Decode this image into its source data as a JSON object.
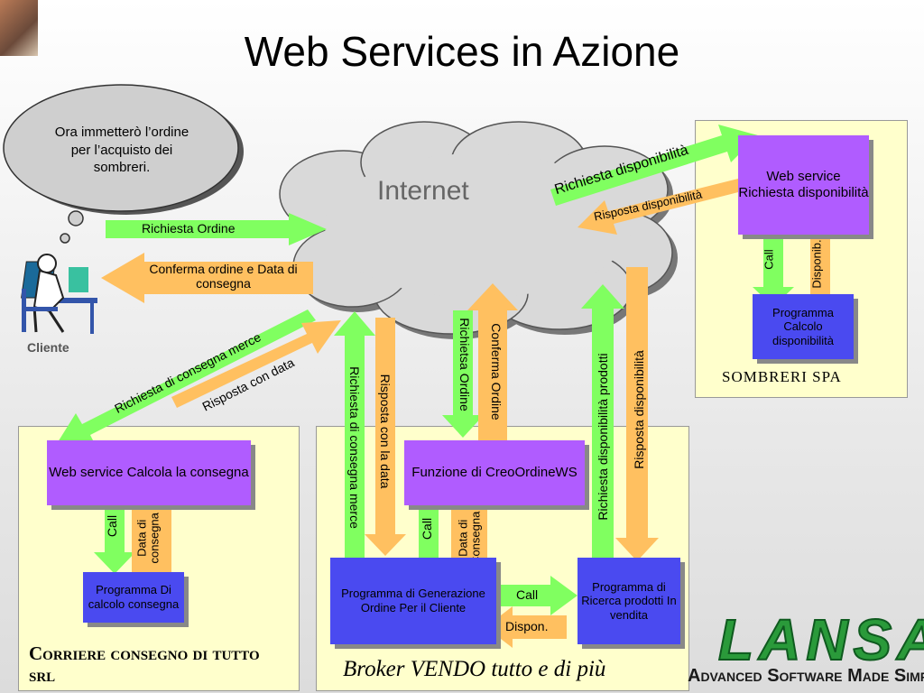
{
  "title": "Web Services in Azione",
  "bubble_text": "Ora immetterò l’ordine per l’acquisto dei sombreri.",
  "internet": "Internet",
  "client_label": "Cliente",
  "arrows": {
    "richiesta_ordine": "Richiesta Ordine",
    "conferma_ordine": "Conferma ordine e Data di consegna",
    "richiesta_consegna": "Richiesta di consegna merce",
    "risposta_data": "Risposta con data",
    "richiesta_disp": "Richiesta disponibilità",
    "risposta_disp": "Risposta disponibilità",
    "call": "Call",
    "disponib": "Disponib.",
    "data_consegna": "Data di consegna",
    "data_consegna2": "Data di Consegna",
    "richiesta_consegna_v": "Richiesta di consegna merce",
    "risposta_data_v": "Risposta con la data",
    "richietsa_ordine_v": "Richietsa Ordine",
    "conferma_ordine_v": "Conferma Ordine",
    "richiesta_prodotti_v": "Richiesta disponibilità prodotti",
    "risposta_disp_v": "Risposta disponibilità",
    "dispon": "Dispon."
  },
  "boxes": {
    "ws_richiesta": "Web service Richiesta disponibilità",
    "prog_calcolo_disp": "Programma Calcolo disponibilità",
    "ws_calcola": "Web service Calcola la consegna",
    "prog_calcolo_consegna": "Programma Di calcolo consegna",
    "funzione": "Funzione di CreoOrdineWS",
    "prog_generazione": "Programma di Generazione Ordine Per il Cliente",
    "prog_ricerca": "Programma di Ricerca prodotti In vendita"
  },
  "companies": {
    "sombreri": "SOMBRERI SPA",
    "corriere": "Corriere consegno di tutto srl",
    "broker": "Broker VENDO tutto e di più"
  },
  "logo": {
    "name": "LANSA",
    "tagline": "Advanced Software Made Simple"
  },
  "colors": {
    "green_arrow": "#80ff60",
    "orange_arrow": "#ffc060",
    "purple": "#b05cff",
    "blue": "#4a4af0",
    "panel": "#ffffcc"
  }
}
